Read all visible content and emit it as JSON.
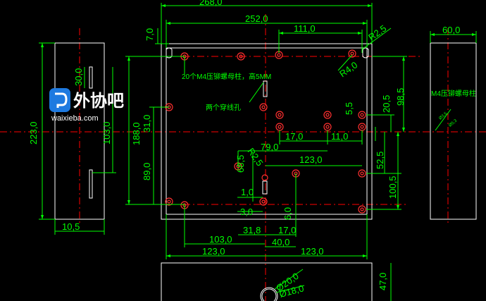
{
  "drawing": {
    "dims_top": {
      "overall_width": "268,0",
      "inner_width": "252,0",
      "hole_span": "111,0",
      "corner_radius": "R2,5",
      "top_offset": "7,0",
      "right_width": "60,0"
    },
    "dims_left": {
      "height": "223,0",
      "slot_len": "30,0",
      "slot_pos": "103,0",
      "base_width": "10,5"
    },
    "dims_center": {
      "total_height": "188,0",
      "h31": "31,0",
      "h89": "89,0",
      "h68": "68,5",
      "r25b": "R2,5",
      "w17a": "17,0",
      "w79": "79,0",
      "w11": "11,0",
      "w123a": "123,0",
      "w1": "1,0",
      "w3": "3,0",
      "w6": "6,0",
      "w318": "31,8",
      "w17b": "17,0",
      "w103": "103,0",
      "w40": "40,0",
      "w123l": "123,0",
      "w123r": "123,0",
      "r40": "R4,0"
    },
    "dims_right": {
      "h205": "20,5",
      "h985": "98,5",
      "h55": "5,5",
      "h525": "52,5",
      "h1005": "100,5"
    },
    "dims_bottom": {
      "d20": "Ø20,0",
      "d18": "Ø18,0",
      "h47": "47,0"
    },
    "notes": {
      "bosses": "20个M4压铆螺母柱，高5MM",
      "wire_holes": "两个穿线孔",
      "m4_label": "M4压铆螺母柱",
      "small_a": "Ø3,5",
      "small_b": "Ø5,3"
    },
    "watermark": {
      "name": "外协吧",
      "url": "waixieba.com"
    }
  },
  "colors": {
    "background": "#000000",
    "outline": "#ffffff",
    "dimension": "#00ff00",
    "center_line": "#ff0000",
    "hole": "#ff3030",
    "logo_blue": "#1e7ae0"
  }
}
